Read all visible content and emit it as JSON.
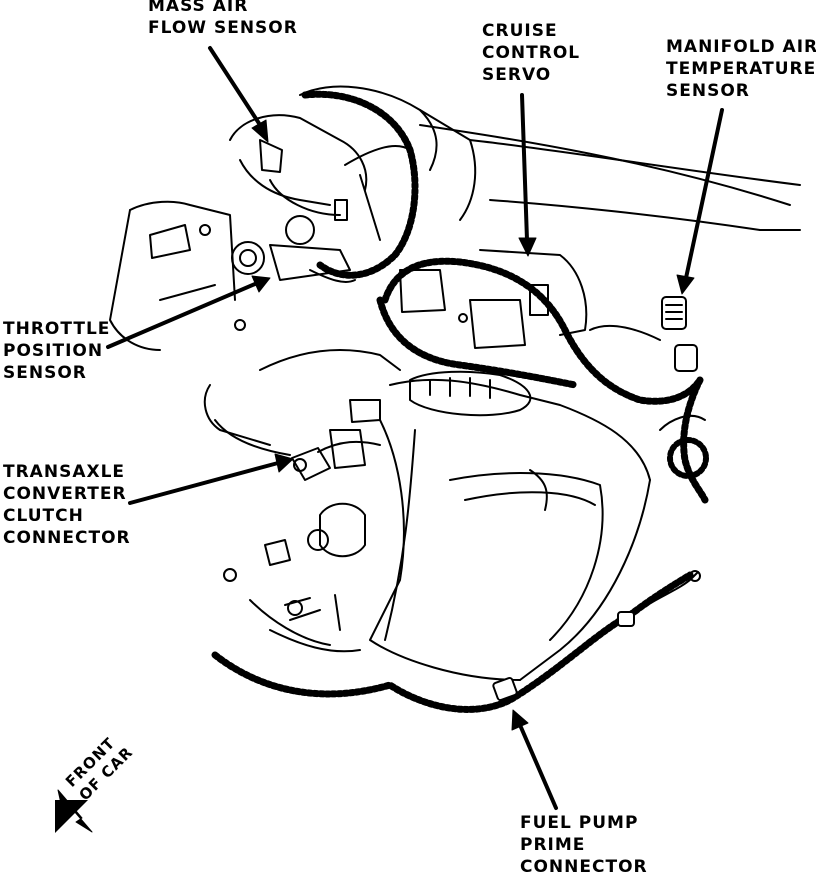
{
  "labels": {
    "mass_air_flow_sensor": [
      "MASS AIR",
      "FLOW SENSOR"
    ],
    "cruise_control_servo": [
      "CRUISE",
      "CONTROL",
      "SERVO"
    ],
    "manifold_air_temperature_sensor": [
      "MANIFOLD AIR",
      "TEMPERATURE",
      "SENSOR"
    ],
    "throttle_position_sensor": [
      "THROTTLE",
      "POSITION",
      "SENSOR"
    ],
    "transaxle_converter_clutch_connector": [
      "TRANSAXLE",
      "CONVERTER",
      "CLUTCH",
      "CONNECTOR"
    ],
    "fuel_pump_prime_connector": [
      "FUEL PUMP",
      "PRIME",
      "CONNECTOR"
    ],
    "front_of_car": [
      "FRONT",
      "OF CAR"
    ]
  }
}
